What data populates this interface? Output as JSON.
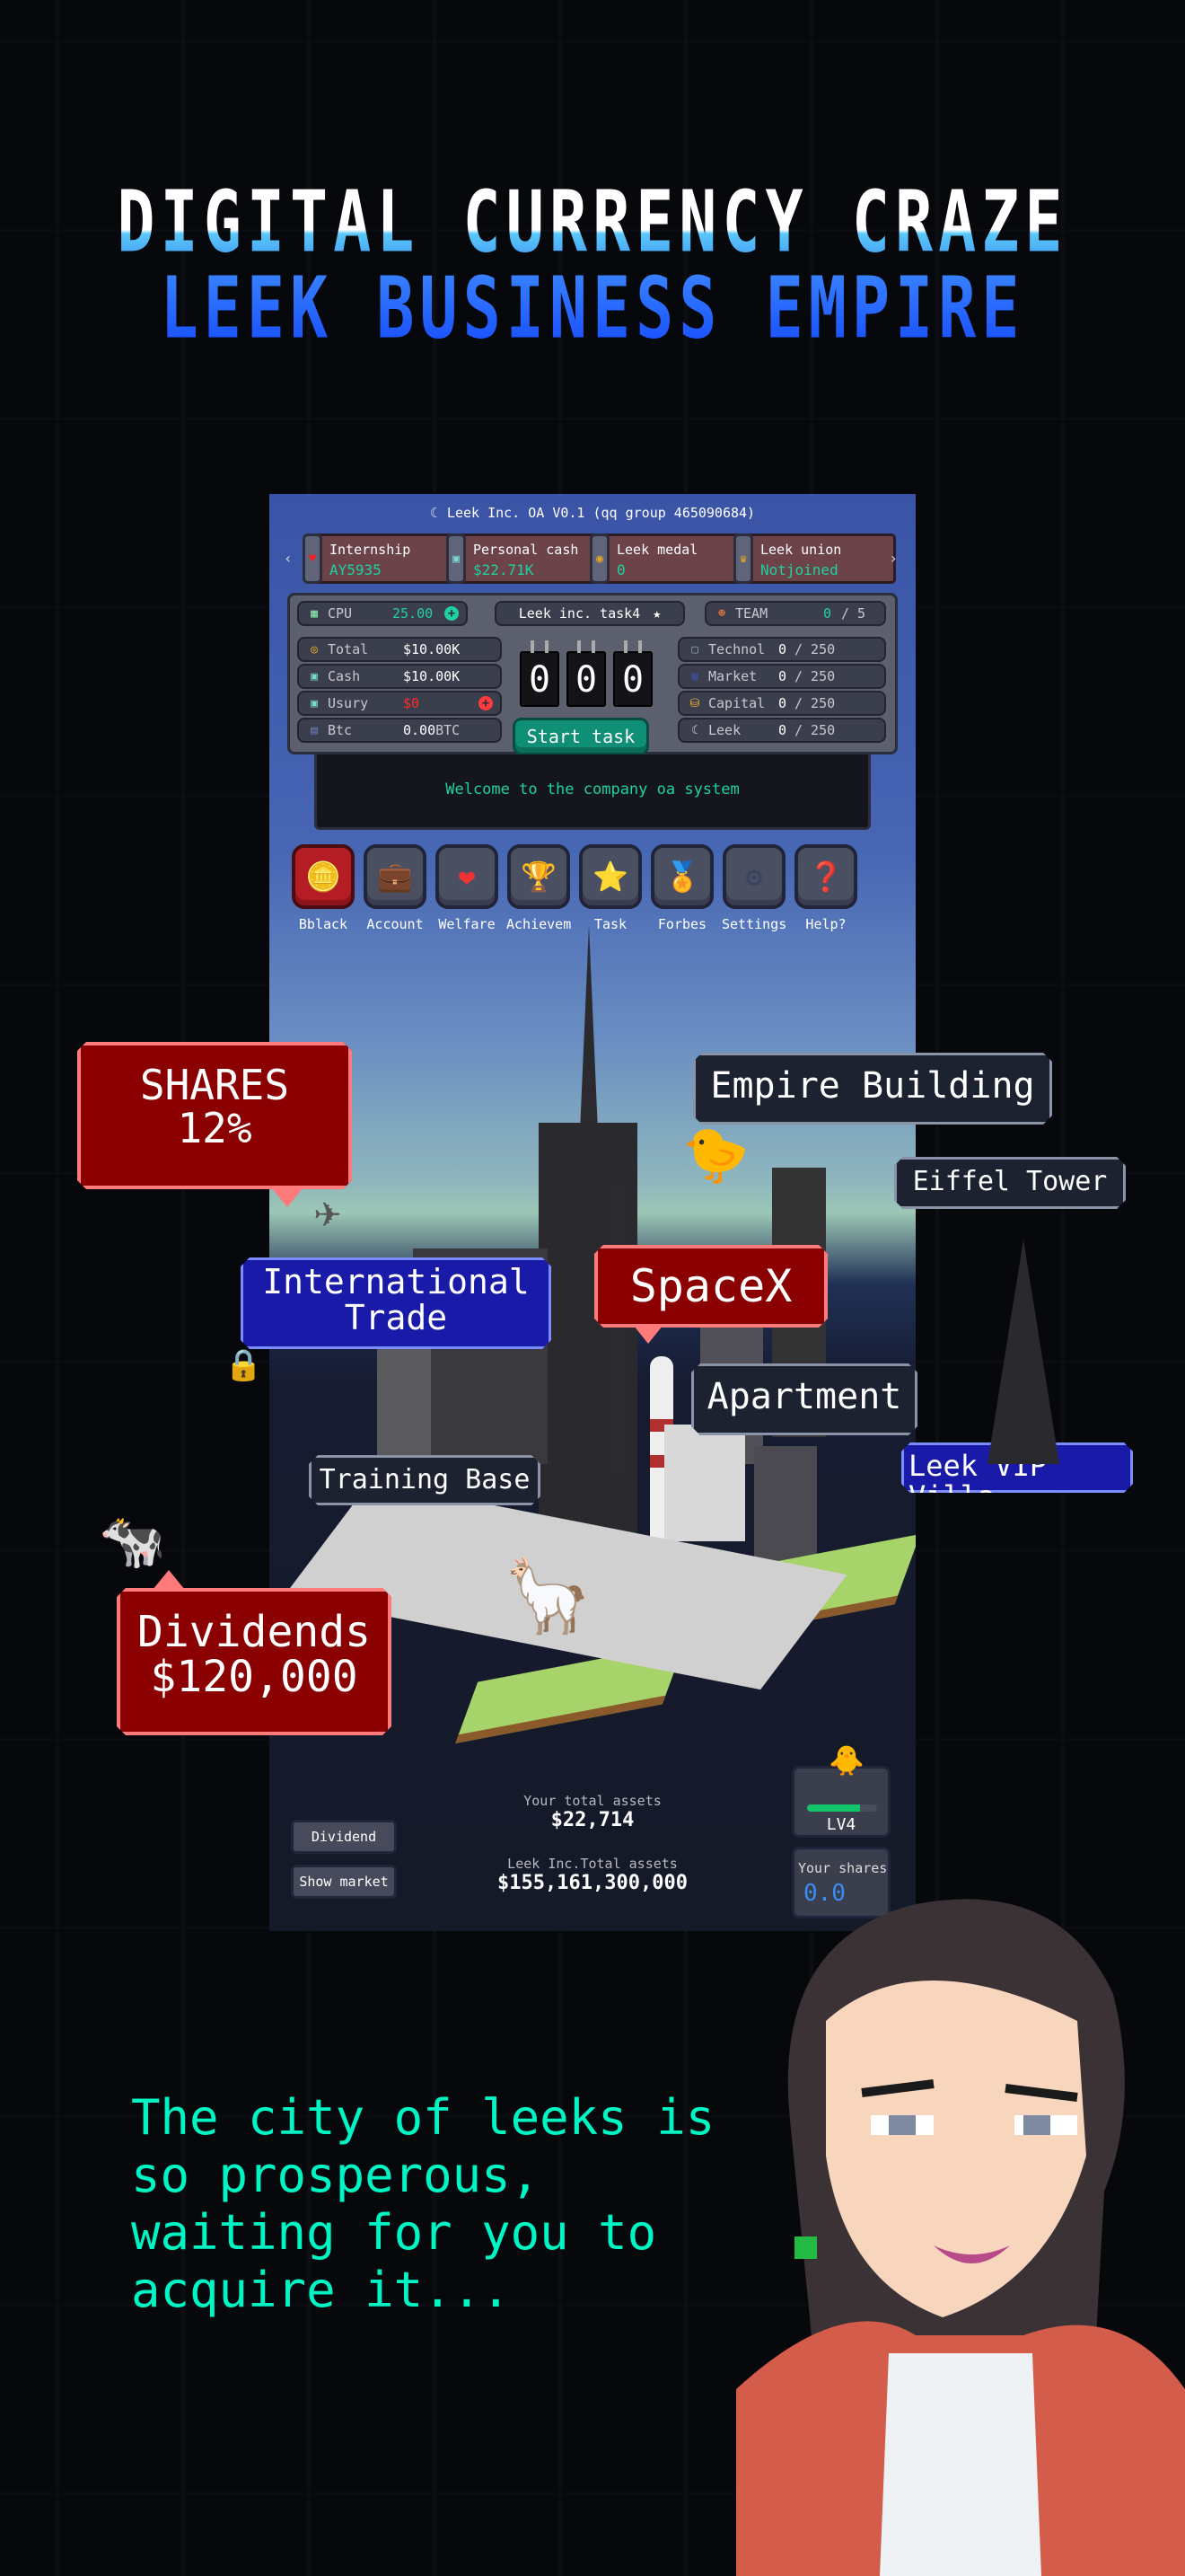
{
  "headline": {
    "line1": "DIGITAL CURRENCY CRAZE",
    "line2": "LEEK BUSINESS EMPIRE"
  },
  "game": {
    "title": "Leek Inc. OA V0.1 (qq group 465090684)",
    "title_icon": "leek-moon-icon",
    "nav_prev": "‹",
    "nav_next": "›",
    "stat_cards": [
      {
        "label": "Internship",
        "value": "AY5935",
        "icon": "heart-icon"
      },
      {
        "label": "Personal cash",
        "value": "$22.71K",
        "icon": "cash-icon"
      },
      {
        "label": "Leek medal",
        "value": "0",
        "icon": "medal-icon"
      },
      {
        "label": "Leek union",
        "value": "Notjoined",
        "icon": "crown-icon"
      }
    ],
    "panel": {
      "cpu": {
        "label": "CPU",
        "value": "25.00",
        "icon": "chip-icon"
      },
      "task": {
        "label": "Leek inc. task4",
        "icon": "star-icon"
      },
      "team": {
        "label": "TEAM",
        "current": "0",
        "max": "/ 5",
        "icon": "face-icon"
      },
      "left_stats": [
        {
          "label": "Total",
          "value": "$10.00K",
          "icon": "coins-icon",
          "color": "#ffffff"
        },
        {
          "label": "Cash",
          "value": "$10.00K",
          "icon": "cash-icon",
          "color": "#ffffff"
        },
        {
          "label": "Usury",
          "value": "$0",
          "icon": "loan-icon",
          "color": "#ff2b2b"
        },
        {
          "label": "Btc",
          "value": "0.00",
          "unit": "BTC",
          "icon": "btc-machine-icon",
          "color": "#ffffff"
        }
      ],
      "counter_digits": [
        "0",
        "0",
        "0"
      ],
      "start_button": "Start task",
      "right_stats": [
        {
          "label": "Technol",
          "current": "0",
          "max": "/ 250",
          "icon": "computer-icon"
        },
        {
          "label": "Market",
          "current": "0",
          "max": "/ 250",
          "icon": "briefcase-coin-icon"
        },
        {
          "label": "Capital",
          "current": "0",
          "max": "/ 250",
          "icon": "vault-icon"
        },
        {
          "label": "Leek",
          "current": "0",
          "max": "/ 250",
          "icon": "leek-moon-icon"
        }
      ]
    },
    "welcome_message": "Welcome to the company oa system",
    "menu": [
      {
        "label": "Bblack",
        "icon": "coin-icon",
        "glyph": "🪙",
        "active": true
      },
      {
        "label": "Account",
        "icon": "briefcase-icon",
        "glyph": "💼"
      },
      {
        "label": "Welfare",
        "icon": "heart-icon",
        "glyph": "❤"
      },
      {
        "label": "Achievem",
        "icon": "trophy-icon",
        "glyph": "🏆"
      },
      {
        "label": "Task",
        "icon": "star-icon",
        "glyph": "⭐"
      },
      {
        "label": "Forbes",
        "icon": "badge-icon",
        "glyph": "🏅"
      },
      {
        "label": "Settings",
        "icon": "gear-icon",
        "glyph": "⚙"
      },
      {
        "label": "Help?",
        "icon": "question-icon",
        "glyph": "❓"
      }
    ],
    "bottom": {
      "dividend_button": "Dividend",
      "show_market_button": "Show market",
      "your_total_assets_label": "Your total assets",
      "your_total_assets_value": "$22,714",
      "company_total_assets_label": "Leek Inc.Total assets",
      "company_total_assets_value": "$155,161,300,000",
      "level_label": "LV4",
      "level_progress": 0.75,
      "your_shares_label": "Your shares",
      "your_shares_value": "0.0"
    }
  },
  "callouts": {
    "shares": {
      "line1": "SHARES",
      "line2": "12%"
    },
    "international_trade": {
      "line1": "International",
      "line2": "Trade"
    },
    "spacex": "SpaceX",
    "empire_building": "Empire Building",
    "eiffel_tower": "Eiffel Tower",
    "apartment": "Apartment",
    "training_base": "Training Base",
    "leek_vip_villa": "Leek VIP Villa",
    "dividends": {
      "line1": "Dividends",
      "line2": "$120,000"
    }
  },
  "tagline": "The city of leeks is\nso prosperous,\nwaiting for you to\nacquire it...",
  "colors": {
    "accent_green": "#1fd1a0",
    "tagline_cyan": "#00f5c4",
    "callout_red": "#8b0000",
    "callout_blue": "#1a1aa8",
    "callout_dark": "#1d2230",
    "danger_red": "#ff2b2b"
  }
}
